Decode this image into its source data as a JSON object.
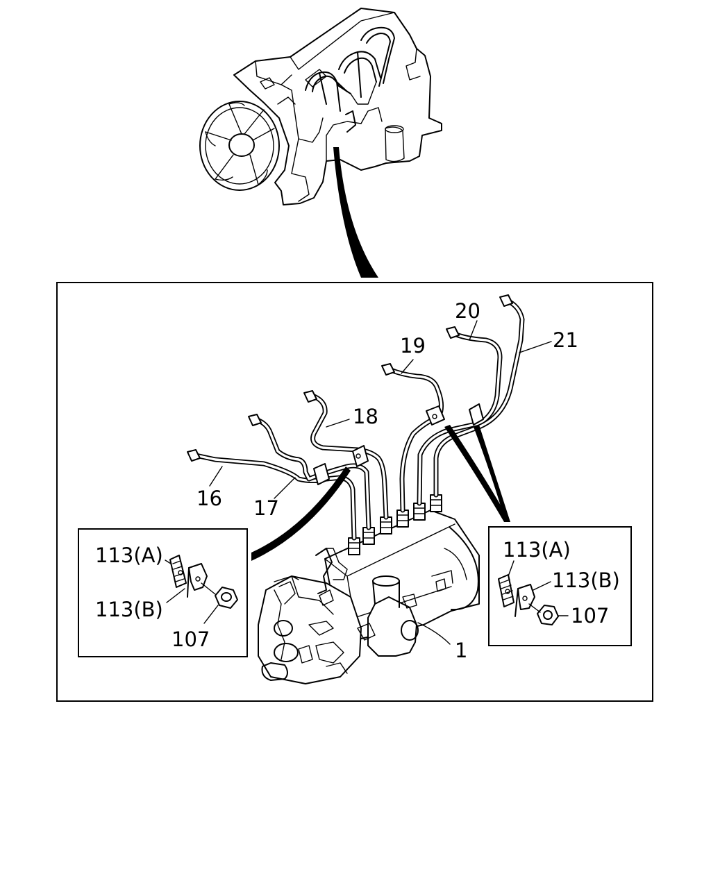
{
  "diagram": {
    "labels": {
      "p1": "1",
      "p16": "16",
      "p17": "17",
      "p18": "18",
      "p19": "19",
      "p20": "20",
      "p21": "21",
      "left_113a": "113(A)",
      "left_113b": "113(B)",
      "left_107": "107",
      "right_113a": "113(A)",
      "right_113b": "113(B)",
      "right_107": "107"
    }
  }
}
